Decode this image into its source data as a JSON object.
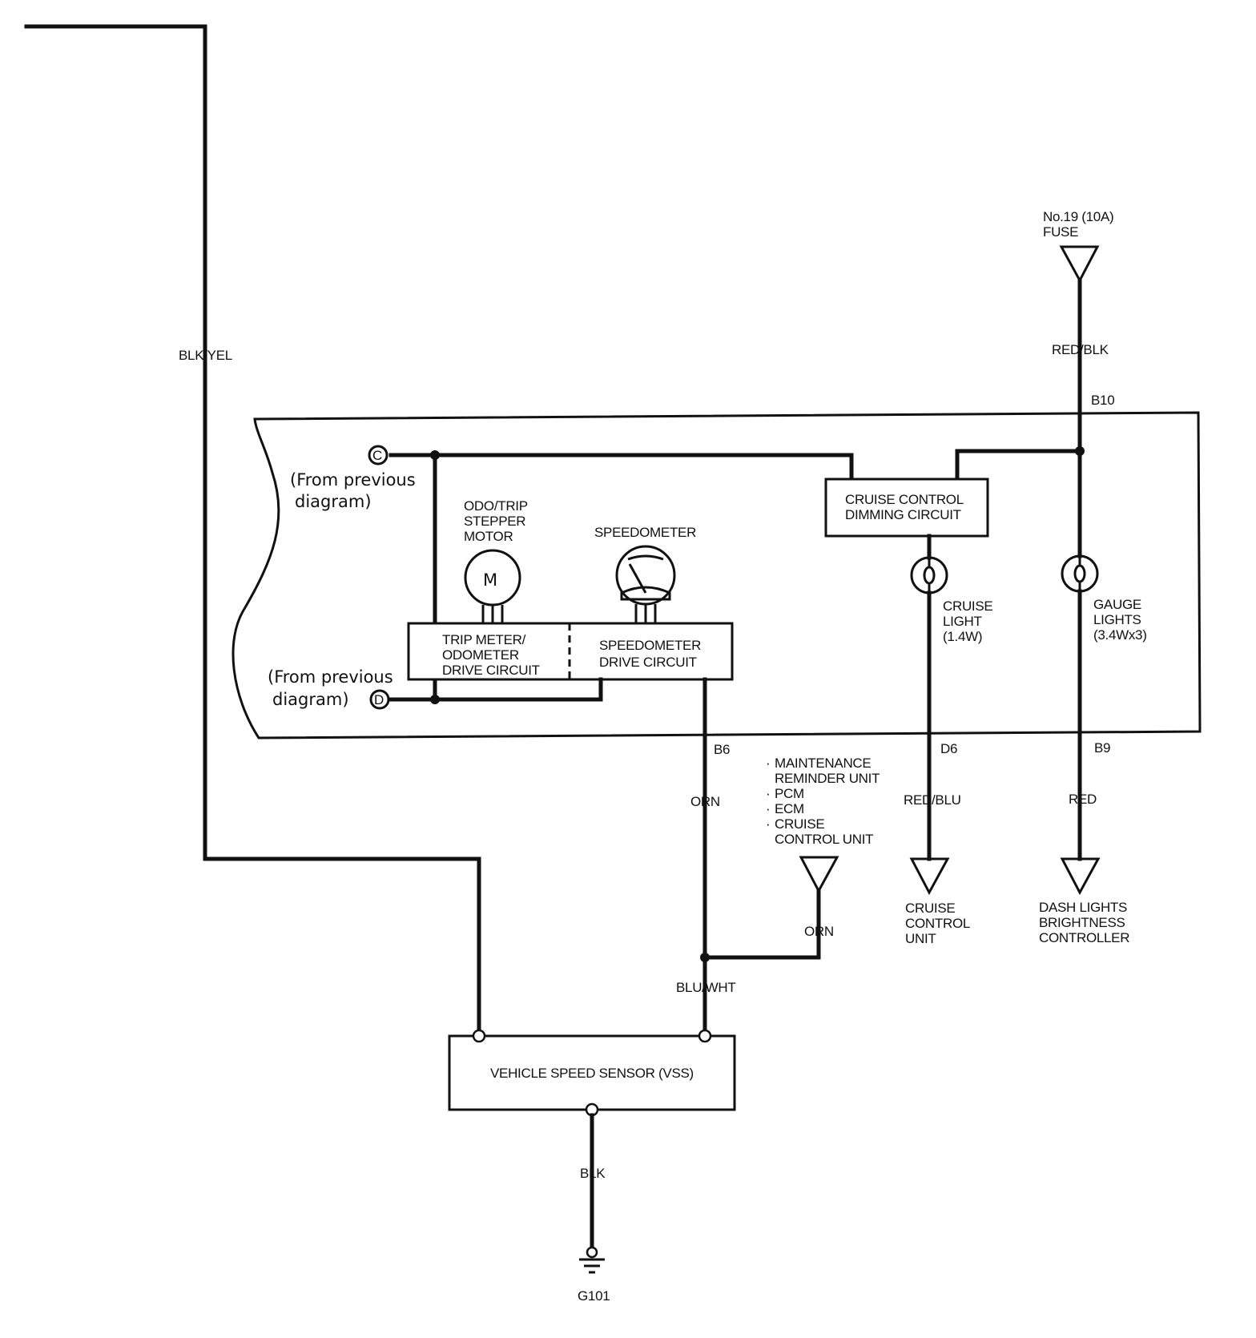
{
  "wires": {
    "blk_yel": "BLK/YEL",
    "red_blk": "RED/BLK",
    "orn": "ORN",
    "orn_branch": "ORN",
    "blu_wht": "BLU/WHT",
    "red_blu": "RED/BLU",
    "red": "RED",
    "blk": "BLK"
  },
  "connectors": {
    "b10": "B10",
    "b6": "B6",
    "d6": "D6",
    "b9": "B9"
  },
  "fuse": {
    "line1": "No.19 (10A)",
    "line2": "FUSE"
  },
  "off_page": {
    "c_symbol": "C",
    "d_symbol": "D",
    "c_line1": "(From previous",
    "c_line2": "diagram)",
    "d_line1": "(From previous",
    "d_line2": "diagram)"
  },
  "components": {
    "stepper_motor": {
      "lines": [
        "ODO/TRIP",
        "STEPPER",
        "MOTOR"
      ],
      "symbol": "M"
    },
    "speedometer": "SPEEDOMETER",
    "trip_meter_circuit": [
      "TRIP METER/",
      "ODOMETER",
      "DRIVE CIRCUIT"
    ],
    "speedometer_circuit": [
      "SPEEDOMETER",
      "DRIVE CIRCUIT"
    ],
    "cruise_dimming": [
      "CRUISE CONTROL",
      "DIMMING CIRCUIT"
    ],
    "cruise_light": [
      "CRUISE",
      "LIGHT",
      "(1.4W)"
    ],
    "gauge_lights": [
      "GAUGE",
      "LIGHTS",
      "(3.4Wx3)"
    ],
    "vss": "VEHICLE SPEED SENSOR (VSS)",
    "ground": "G101"
  },
  "destinations": {
    "orn_list": [
      "MAINTENANCE",
      "REMINDER UNIT",
      "PCM",
      "ECM",
      "CRUISE",
      "CONTROL UNIT"
    ],
    "cruise_unit": [
      "CRUISE",
      "CONTROL",
      "UNIT"
    ],
    "dash_lights": [
      "DASH LIGHTS",
      "BRIGHTNESS",
      "CONTROLLER"
    ]
  }
}
